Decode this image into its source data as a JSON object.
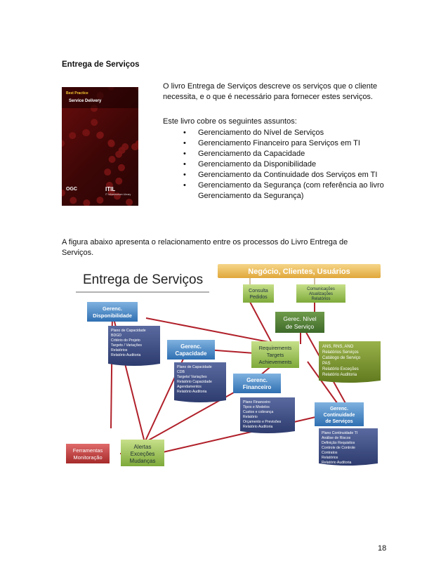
{
  "section_title": "Entrega de Serviços",
  "cover": {
    "brand_prefix": "Best",
    "brand_highlight": "Practice",
    "book_title": "Service Delivery",
    "logo_left": "OGC",
    "logo_right": "ITIL",
    "logo_tagline": "IT Infrastructure Library"
  },
  "intro_text": "O livro Entrega de Serviços descreve os serviços que o cliente necessita, e o que é necessário para fornecer estes serviços.",
  "subjects_intro": "Este livro cobre os seguintes assuntos:",
  "subjects": [
    "Gerenciamento do Nível de Serviços",
    "Gerenciamento Financeiro para Serviços em TI",
    "Gerenciamento da Capacidade",
    "Gerenciamento da Disponibilidade",
    "Gerenciamento da Continuidade dos Serviços em TI",
    "Gerenciamento da Segurança (com referência ao livro Gerenciamento da Segurança)"
  ],
  "figure_intro": "A figura abaixo apresenta o relacionamento entre os processos do Livro Entrega de Serviços.",
  "diagram": {
    "title": "Entrega de Serviços",
    "header": "Negócio, Clientes, Usuários",
    "consulta": [
      "Consulta",
      "Pedidos"
    ],
    "comunicacoes": [
      "Comunicações",
      "Atualizações",
      "Relatórios"
    ],
    "nivel": [
      "Gerec. Nível",
      "de Serviço"
    ],
    "disponibilidade": [
      "Gerenc.",
      "Disponibilidade"
    ],
    "disp_doc": [
      "Plano de Capacidade",
      "BDGD",
      "Critério do Projeto",
      "Targets / Variações",
      "Relatórios",
      "Relatório Auditoria"
    ],
    "capacidade": [
      "Gerenc.",
      "Capacidade"
    ],
    "cap_doc": [
      "Plano de Capacidade",
      "CDB",
      "Targets/ Variações",
      "Relatório Capacidade",
      "Agendamentos",
      "Relatório Auditoria"
    ],
    "requirements": [
      "Requirements",
      "Targets",
      "Achievements"
    ],
    "ans_doc": [
      "ANS, RNS, ANO",
      "Relatórios Serviços",
      "Catálogo de Serviço",
      "PAS",
      "Relatório Exceções",
      "Relatório Auditoria"
    ],
    "financeiro": [
      "Gerenc.",
      "Financeiro"
    ],
    "fin_doc": [
      "Plano Financeiro",
      "Tipos e Modelos",
      "Custos e cobrança",
      "Relatório",
      "Orçamento e Previsões",
      "Relatório Auditoria"
    ],
    "continuidade": [
      "Gerenc.",
      "Continuidade",
      "de Serviços"
    ],
    "cont_doc": [
      "Plano Continuidade TI",
      "Análise de Riscos",
      "Definição Requisitos",
      "Controle de Controle",
      "Contratos",
      "Relatórios",
      "Relatório Auditoria"
    ],
    "ferramentas": [
      "Ferramentas",
      "Monitoração"
    ],
    "alertas": [
      "Alertas",
      "Exceções",
      "Mudanças"
    ]
  },
  "page_number": "18"
}
